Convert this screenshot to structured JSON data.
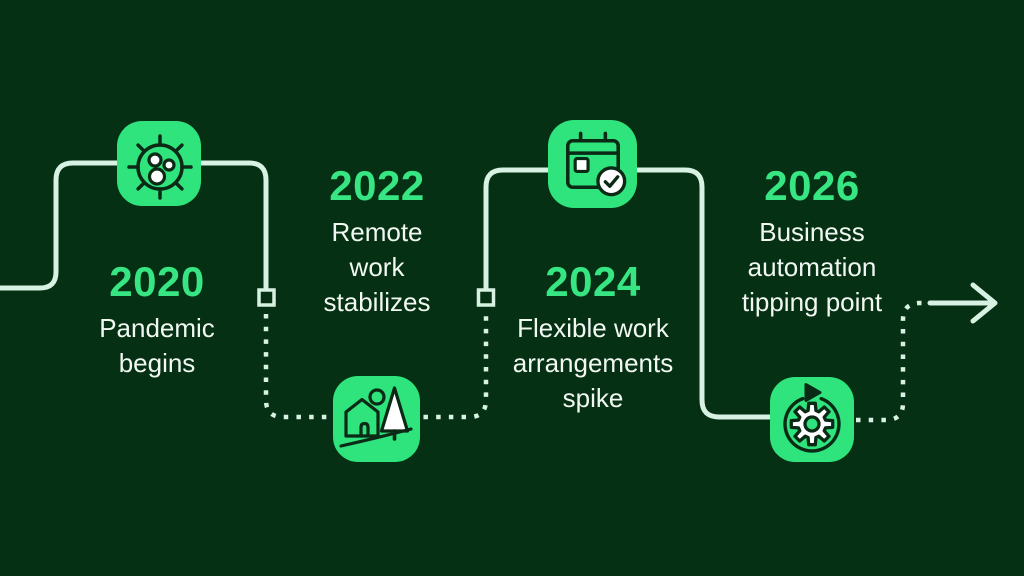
{
  "colors": {
    "background": "#053013",
    "icon_green": "#2fe37d",
    "year_green": "#37e583",
    "line_light": "#d7f2e3",
    "glyph_dark": "#0a2a16",
    "text_light": "#f1f8f2"
  },
  "milestones": [
    {
      "year": "2020",
      "caption": "Pandemic begins",
      "lines": [
        "Pandemic",
        "begins"
      ],
      "icon": "virus-icon"
    },
    {
      "year": "2022",
      "caption": "Remote work stabilizes",
      "lines": [
        "Remote",
        "work",
        "stabilizes"
      ],
      "icon": "house-landscape-icon"
    },
    {
      "year": "2024",
      "caption": "Flexible work arrangements spike",
      "lines": [
        "Flexible work",
        "arrangements",
        "spike"
      ],
      "icon": "calendar-check-icon"
    },
    {
      "year": "2026",
      "caption": "Business automation tipping point",
      "lines": [
        "Business",
        "automation",
        "tipping point"
      ],
      "icon": "automation-cycle-gear-icon"
    }
  ],
  "timeline": {
    "end_marker": "right-arrow",
    "path_style": "alternating solid and dotted segments with small square connectors"
  }
}
